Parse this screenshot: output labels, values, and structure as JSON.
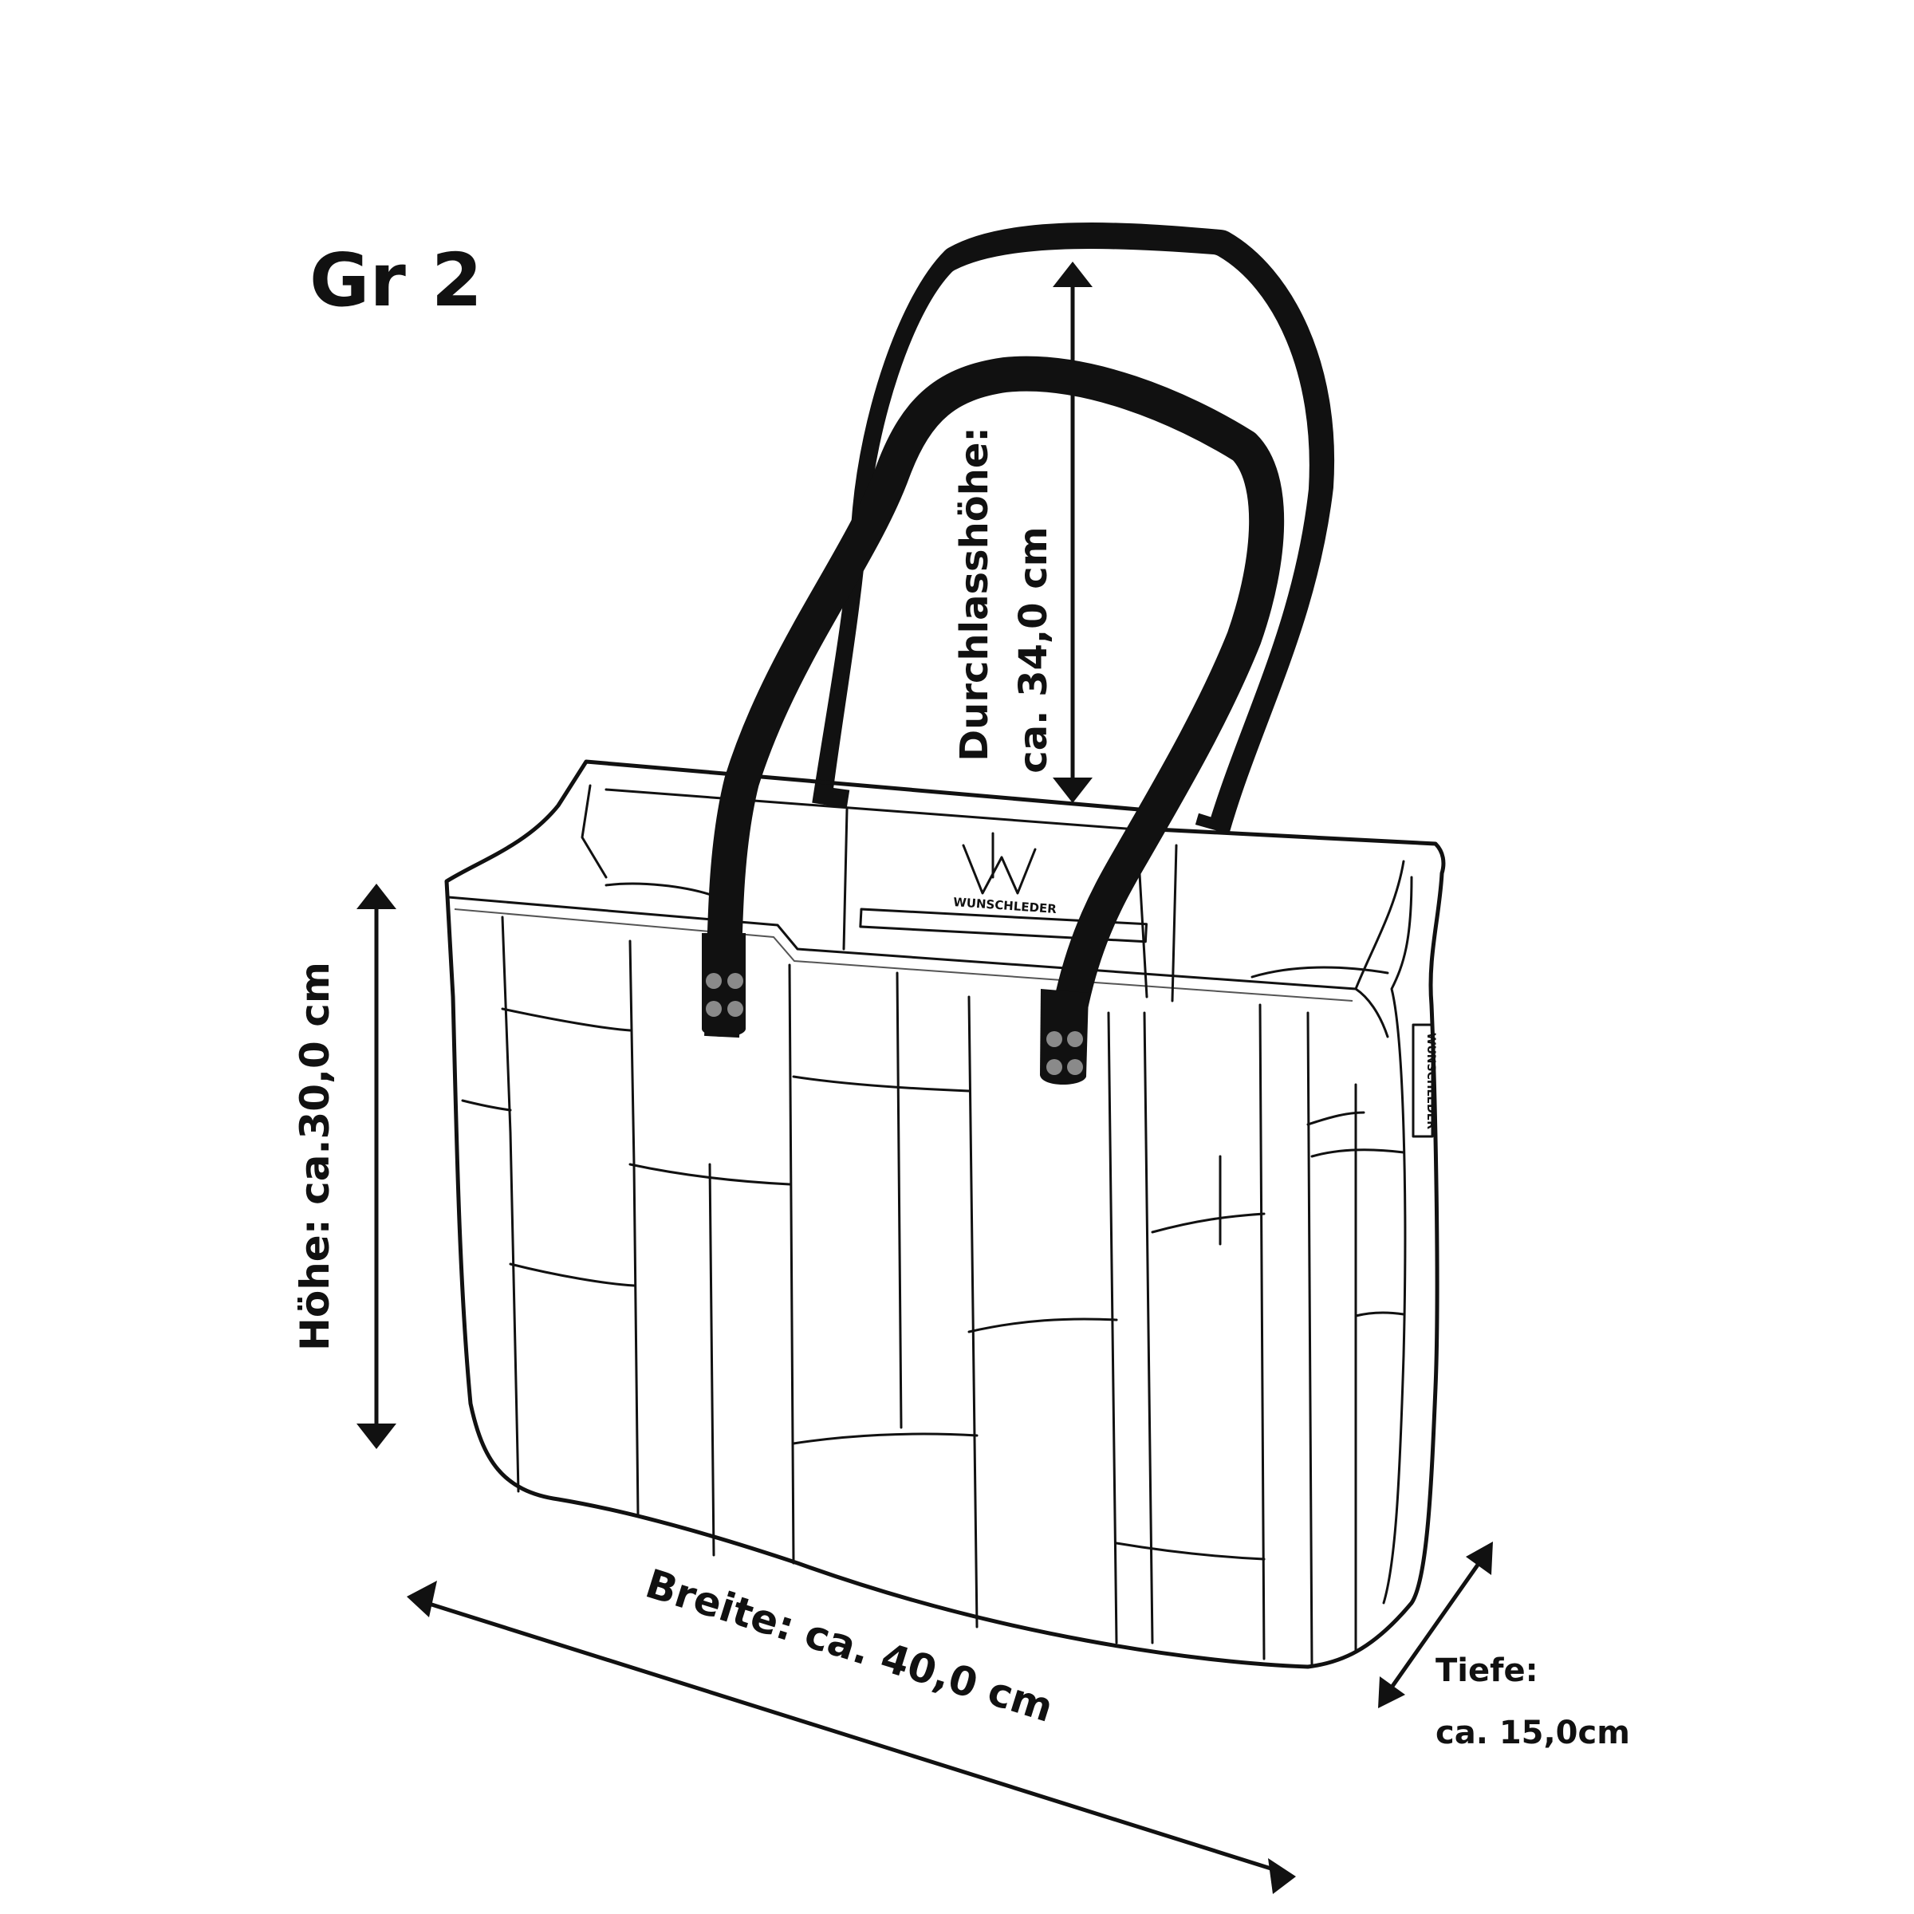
{
  "size_label": "Gr 2",
  "brand": {
    "name": "WUNSCHLEDER",
    "side_tag": "WUNSCHLEDER"
  },
  "dimensions": {
    "height": "Höhe: ca.30,0 cm",
    "width": "Breite: ca. 40,0 cm",
    "depth_line1": "Tiefe:",
    "depth_line2": "ca. 15,0cm",
    "handle_line1": "Durchlasshöhe:",
    "handle_line2": "ca. 34,0 cm"
  },
  "colors": {
    "ink": "#111111",
    "rivet": "#8a8a8a",
    "background": "#ffffff"
  }
}
